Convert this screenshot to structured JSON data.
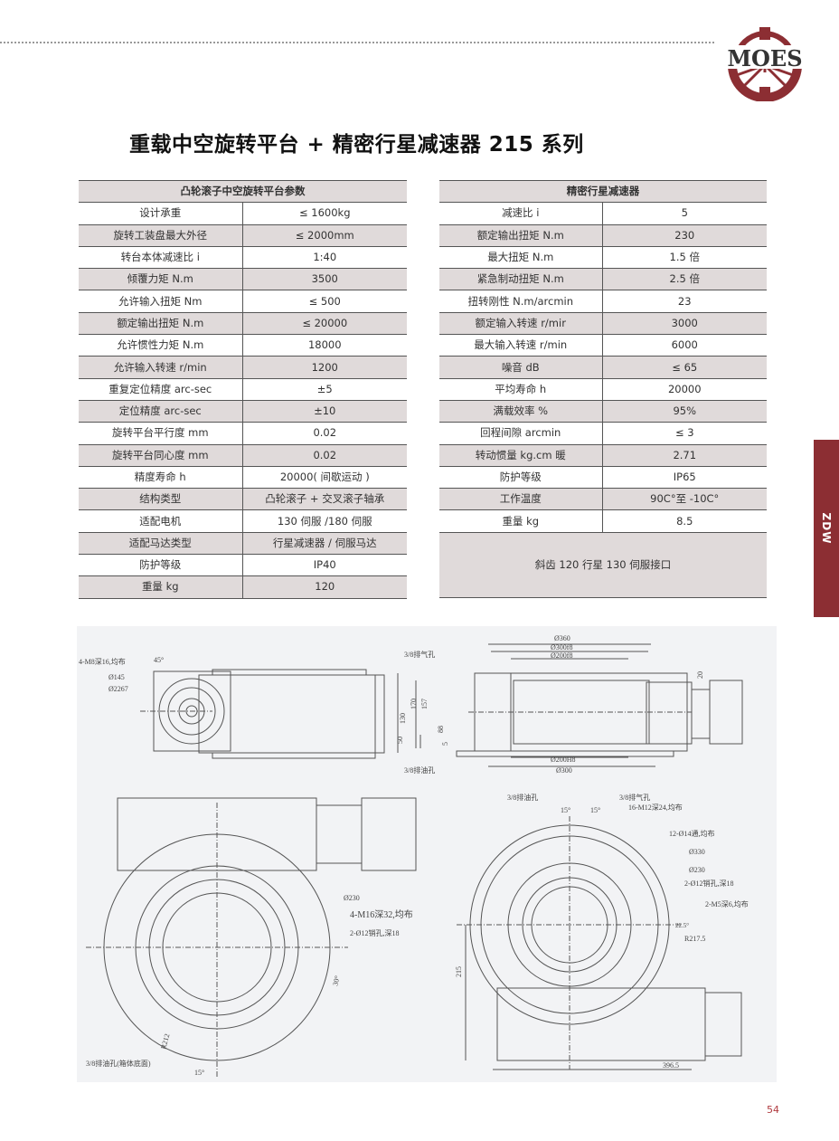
{
  "brand": {
    "logo_text": "MOES",
    "color": "#8c2e33"
  },
  "title": "重载中空旋转平台 + 精密行星减速器 215 系列",
  "left_table": {
    "header": "凸轮滚子中空旋转平台参数",
    "rows": [
      [
        "设计承重",
        "≤ 1600kg"
      ],
      [
        "旋转工装盘最大外径",
        "≤ 2000mm"
      ],
      [
        "转台本体减速比 i",
        "1:40"
      ],
      [
        "倾覆力矩 N.m",
        "3500"
      ],
      [
        "允许输入扭矩 Nm",
        "≤ 500"
      ],
      [
        "额定输出扭矩 N.m",
        "≤ 20000"
      ],
      [
        "允许惯性力矩 N.m",
        "18000"
      ],
      [
        "允许输入转速 r/min",
        "1200"
      ],
      [
        "重复定位精度 arc-sec",
        "±5"
      ],
      [
        "定位精度 arc-sec",
        "±10"
      ],
      [
        "旋转平台平行度 mm",
        "0.02"
      ],
      [
        "旋转平台同心度 mm",
        "0.02"
      ],
      [
        "精度寿命 h",
        "20000( 间歇运动 )"
      ],
      [
        "结构类型",
        "凸轮滚子 + 交叉滚子轴承"
      ],
      [
        "适配电机",
        "130 伺服 /180 伺服"
      ],
      [
        "适配马达类型",
        "行星减速器 / 伺服马达"
      ],
      [
        "防护等级",
        "IP40"
      ],
      [
        "重量 kg",
        "120"
      ]
    ]
  },
  "right_table": {
    "header": "精密行星减速器",
    "rows": [
      [
        "减速比 i",
        "5"
      ],
      [
        "额定输出扭矩 N.m",
        "230"
      ],
      [
        "最大扭矩 N.m",
        "1.5 倍"
      ],
      [
        "紧急制动扭矩 N.m",
        "2.5 倍"
      ],
      [
        "扭转刚性 N.m/arcmin",
        "23"
      ],
      [
        "额定输入转速 r/mir",
        "3000"
      ],
      [
        "最大输入转速 r/min",
        "6000"
      ],
      [
        "噪音 dB",
        "≤ 65"
      ],
      [
        "平均寿命 h",
        "20000"
      ],
      [
        "满载效率 %",
        "95%"
      ],
      [
        "回程间隙 arcmin",
        "≤ 3"
      ],
      [
        "转动惯量 kg.cm 暖",
        "2.71"
      ],
      [
        "防护等级",
        "IP65"
      ],
      [
        "工作温度",
        "90C°至 -10C°"
      ],
      [
        "重量 kg",
        "8.5"
      ]
    ],
    "note": "斜齿 120 行星 130 伺服接口"
  },
  "side_tab": "ZDW",
  "drawing_labels": {
    "tl_holes": "4-M8深16,均布",
    "tl_angle": "45°",
    "tl_d1": "Ø145",
    "tl_d2": "Ø2267",
    "tl_vent": "3/8排气孔",
    "tl_drain": "3/8排油孔",
    "tl_h1": "170",
    "tl_h2": "157",
    "tl_h3": "130",
    "tl_h4": "50",
    "tr_d1": "Ø360",
    "tr_d2": "Ø300f8",
    "tr_d3": "Ø200f8",
    "tr_d4": "Ø200H8",
    "tr_d5": "Ø300",
    "tr_h1": "88",
    "tr_h2": "5",
    "tr_h3": "20",
    "bl_d": "Ø230",
    "bl_holes1": "4-M16深32,均布",
    "bl_holes2": "2-Ø12销孔,深18",
    "bl_angle": "30°",
    "bl_r": "R212",
    "bl_drain": "3/8排油孔(箱体底面)",
    "bl_angle2": "15°",
    "br_drain": "3/8排油孔",
    "br_vent": "3/8排气孔",
    "br_a1": "15°",
    "br_a2": "15°",
    "br_h1": "16-M12深24,均布",
    "br_h2": "12-Ø14通,均布",
    "br_d1": "Ø330",
    "br_d2": "Ø230",
    "br_h3": "2-Ø12销孔,深18",
    "br_h4": "2-M5深6,均布",
    "br_r": "R217.5",
    "br_a3": "22.5°",
    "br_v": "215",
    "br_w": "396.5"
  },
  "page_number": "54"
}
